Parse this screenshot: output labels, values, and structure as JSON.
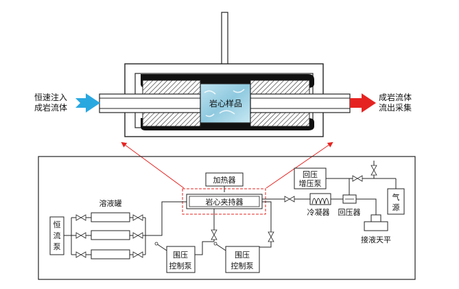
{
  "holder": {
    "core_sample": "岩心样品",
    "inlet_line1": "恒速注入",
    "inlet_line2": "成岩流体",
    "outlet_line1": "成岩流体",
    "outlet_line2": "流出采集",
    "inlet_arrow_color": "#29a8e0",
    "outlet_arrow_color": "#e52421"
  },
  "system": {
    "heater": "加热器",
    "core_holder": "岩心夹持器",
    "dissolution_tanks": "溶液罐",
    "pump_line1": "恒",
    "pump_line2": "流",
    "pump_line3": "泵",
    "confining_pump_a_line1": "围压",
    "confining_pump_a_line2": "控制泵",
    "confining_pump_b_line1": "围压",
    "confining_pump_b_line2": "控制泵",
    "condenser": "冷凝器",
    "back_pressure_valve": "回压器",
    "booster_line1": "回压",
    "booster_line2": "增压泵",
    "gas_source_line1": "气",
    "gas_source_line2": "源",
    "balance": "接液天平",
    "highlight_color": "#e52421"
  }
}
